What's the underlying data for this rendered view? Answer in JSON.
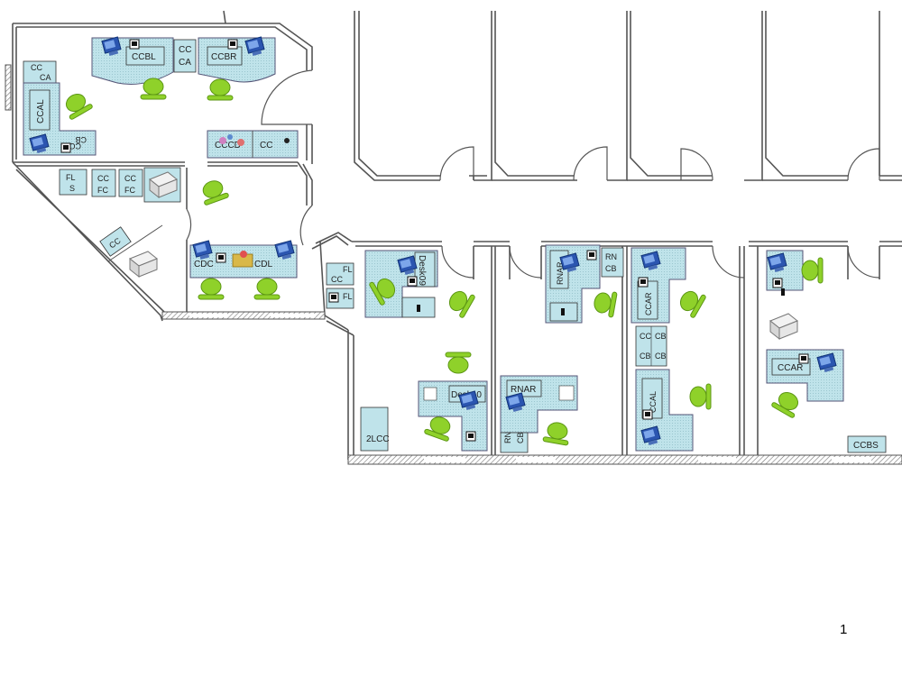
{
  "colors": {
    "desk_fill": "#bfe3ea",
    "wall": "#555555",
    "chair": "#8fd12a",
    "chair_dark": "#5c9614",
    "monitor": "#2b55b0"
  },
  "labels": {
    "ccbl": "CCBL",
    "cc_ca_top": "CC",
    "cc_ca_bot": "CA",
    "ccbr": "CCBR",
    "cc_ca_left_1": "CC",
    "cc_ca_left_2": "CA",
    "ccal_left": "CCAL",
    "cb_cc_1": "CB",
    "cb_cc_2": "CC",
    "cccd": "CCCD",
    "cc_small": "CC",
    "fl_s_1": "FL",
    "fl_s_2": "S",
    "cc_fc_a1": "CC",
    "cc_fc_a2": "FC",
    "cc_fc_b1": "CC",
    "cc_fc_b2": "FC",
    "cc_diag": "CC",
    "cdc": "CDC",
    "cdl": "CDL",
    "fl_cc_1": "FL",
    "fl_cc_2": "CC",
    "fl_fc": "FL",
    "desk09": "Desk09",
    "desk10": "Desk10",
    "lcc2": "2LCC",
    "rnar_top": "RNAR",
    "rn_cb_1": "RN",
    "rn_cb_2": "CB",
    "rnar_bottom": "RNAR",
    "rn_cb_b1": "RN",
    "rn_cb_b2": "CB",
    "ccar_mid": "CCAR",
    "cc_cb_1": "CC",
    "cc_cb_2": "CB",
    "ccal_mid": "CCAL",
    "ccar_right": "CCAR",
    "ccbs": "CCBS"
  },
  "page_number": "1",
  "icons": [
    "monitor-icon",
    "phone-icon",
    "office-chair-icon",
    "printer-icon",
    "plant-icon",
    "shredder-icon"
  ]
}
